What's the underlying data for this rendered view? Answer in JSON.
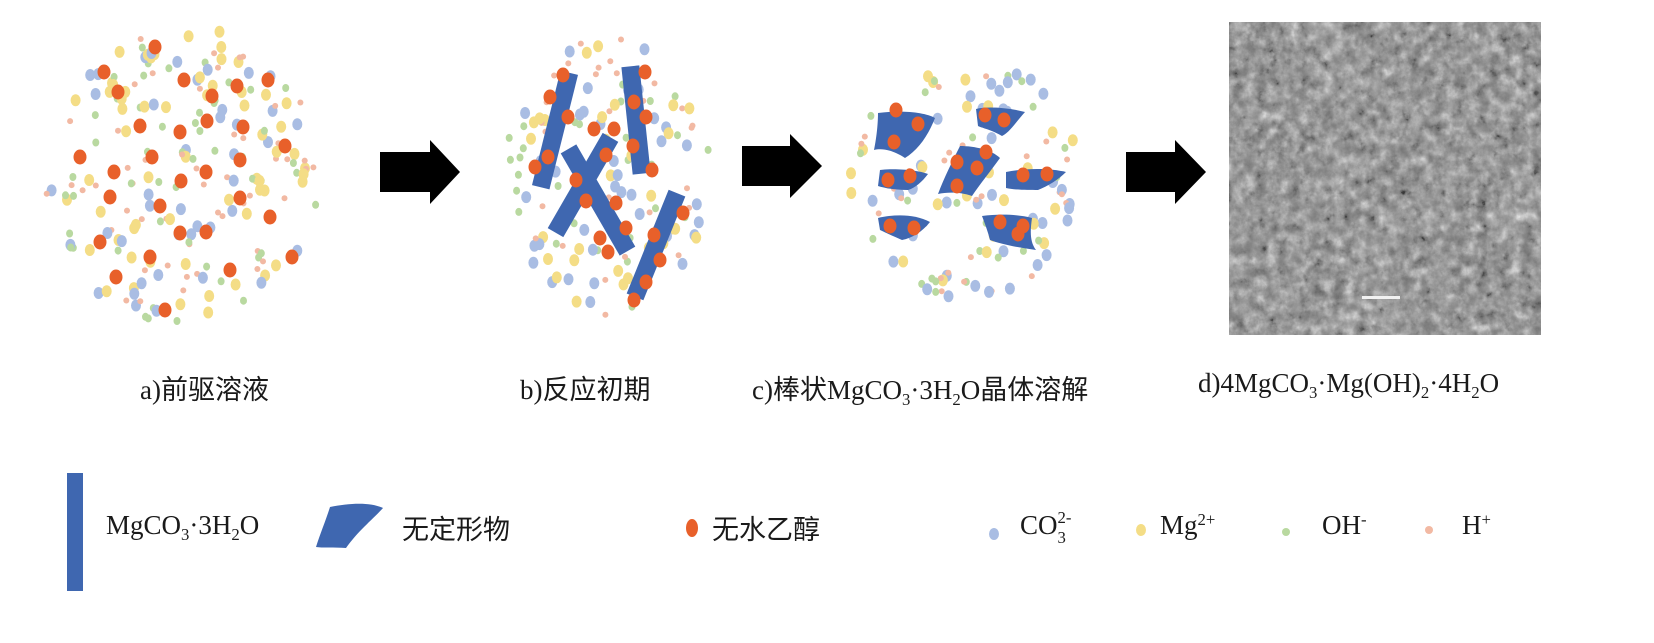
{
  "panels": {
    "a": {
      "label": "a)前驱溶液"
    },
    "b": {
      "label": "b)反应初期"
    },
    "c": {
      "label_prefix": "c)棒状MgCO",
      "label_sub1": "3",
      "label_mid": "·3H",
      "label_sub2": "2",
      "label_suffix": "O晶体溶解"
    },
    "d": {
      "label_prefix": "d)4MgCO",
      "label_sub1": "3",
      "label_mid": "·Mg(OH)",
      "label_sub2": "2",
      "label_mid2": "·4H",
      "label_sub3": "2",
      "label_suffix": "O"
    }
  },
  "legend": {
    "rod": {
      "base": "MgCO",
      "sub1": "3",
      "mid": "·3H",
      "sub2": "2",
      "end": "O"
    },
    "amorphous": {
      "label": "无定形物"
    },
    "ethanol": {
      "label": "无水乙醇"
    },
    "co3": {
      "base": "CO",
      "sup": "2-",
      "sub": "3"
    },
    "mg": {
      "base": "Mg",
      "sup": "2+"
    },
    "oh": {
      "base": "OH",
      "sup": "-"
    },
    "h": {
      "base": "H",
      "sup": "+"
    }
  },
  "colors": {
    "orange": "#e8602a",
    "blue_ion": "#a9bde3",
    "yellow_ion": "#f4dd86",
    "green_ion": "#b9d9a0",
    "pink_ion": "#f2b9a3",
    "rod_blue": "#3f67b0",
    "arrow": "#000000"
  }
}
